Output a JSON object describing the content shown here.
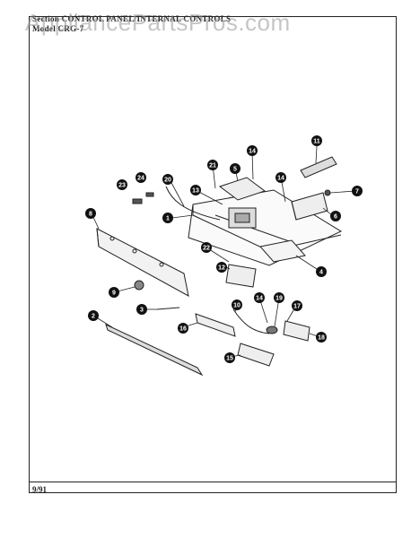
{
  "header": {
    "line1": "Section  CONTROL PANEL/INTERNAL CONTROLS",
    "line2": "Model  CRG-7"
  },
  "watermark": "AppliancePartsPros.com",
  "footer": {
    "date": "9/91"
  },
  "callouts": [
    {
      "id": "c1",
      "label": "1"
    },
    {
      "id": "c2",
      "label": "2"
    },
    {
      "id": "c3",
      "label": "3"
    },
    {
      "id": "c4",
      "label": "4"
    },
    {
      "id": "c5",
      "label": "5"
    },
    {
      "id": "c6",
      "label": "6"
    },
    {
      "id": "c7",
      "label": "7"
    },
    {
      "id": "c8",
      "label": "8"
    },
    {
      "id": "c9",
      "label": "9"
    },
    {
      "id": "c10",
      "label": "10"
    },
    {
      "id": "c11",
      "label": "11"
    },
    {
      "id": "c12",
      "label": "12"
    },
    {
      "id": "c13",
      "label": "13"
    },
    {
      "id": "c14a",
      "label": "14"
    },
    {
      "id": "c14b",
      "label": "14"
    },
    {
      "id": "c14c",
      "label": "14"
    },
    {
      "id": "c15",
      "label": "15"
    },
    {
      "id": "c16",
      "label": "16"
    },
    {
      "id": "c17",
      "label": "17"
    },
    {
      "id": "c18",
      "label": "18"
    },
    {
      "id": "c19",
      "label": "19"
    },
    {
      "id": "c20",
      "label": "20"
    },
    {
      "id": "c21",
      "label": "21"
    },
    {
      "id": "c22",
      "label": "22"
    },
    {
      "id": "c23",
      "label": "23"
    },
    {
      "id": "c24",
      "label": "24"
    }
  ]
}
